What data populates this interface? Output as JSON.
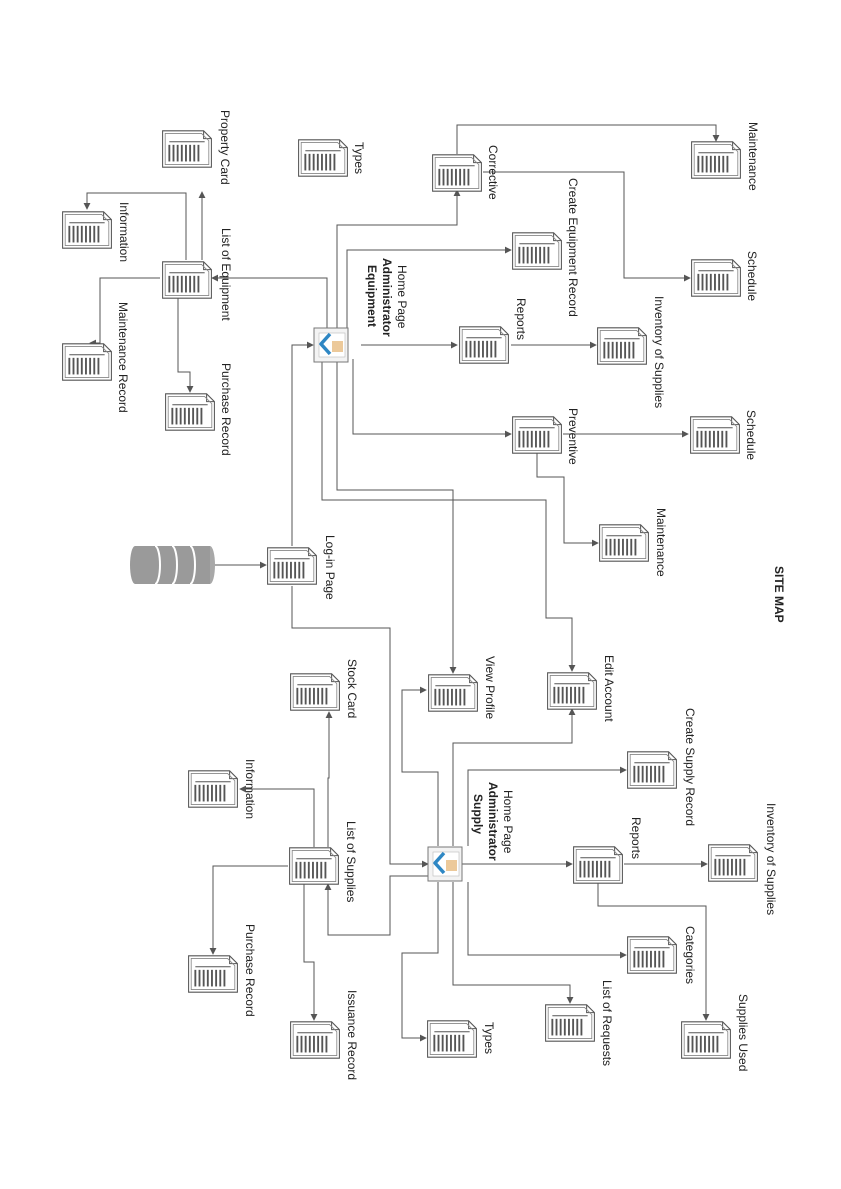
{
  "diagram": {
    "title": "SITE MAP",
    "login": "Log-in Page",
    "equipment": {
      "home_line1": "Equipment",
      "home_line2": "Administrator",
      "home_line3": "Home Page",
      "list": "List of Equipment",
      "information": "Information",
      "property_card": "Property Card",
      "maintenance_record": "Maintenance Record",
      "purchase_record": "Purchase Record",
      "types": "Types",
      "corrective": "Corrective",
      "maintenance_corrective": "Maintenance",
      "schedule_corrective": "Schedule",
      "create_record": "Create Equipment Record",
      "reports": "Reports",
      "inventory": "Inventory of Supplies",
      "preventive": "Preventive",
      "schedule_preventive": "Schedule",
      "maintenance_preventive": "Maintenance"
    },
    "shared": {
      "view_profile": "View Profile",
      "edit_account": "Edit Account"
    },
    "supply": {
      "home_line1": "Supply",
      "home_line2": "Administrator",
      "home_line3": "Home Page",
      "stock_card": "Stock Card",
      "information": "Information",
      "list": "List of Supplies",
      "purchase_record": "Purchase Record",
      "issuance_record": "Issuance Record",
      "types": "Types",
      "list_requests": "List of Requests",
      "create_record": "Create Supply Record",
      "reports": "Reports",
      "inventory": "Inventory of Supplies",
      "categories": "Categories",
      "supplies_used": "Supplies Used"
    }
  }
}
